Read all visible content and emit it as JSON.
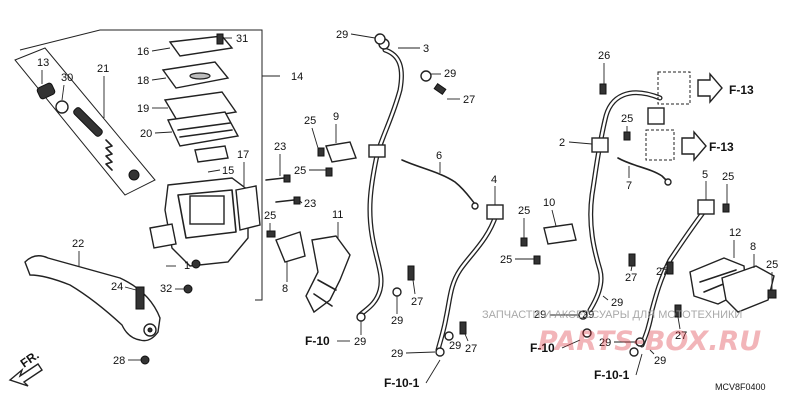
{
  "callouts": {
    "c1": "1",
    "c2": "2",
    "c3": "3",
    "c4": "4",
    "c5": "5",
    "c6": "6",
    "c7": "7",
    "c8": "8",
    "c9": "9",
    "c10": "10",
    "c11": "11",
    "c12": "12",
    "c13": "13",
    "c14": "14",
    "c15": "15",
    "c16": "16",
    "c17": "17",
    "c18": "18",
    "c19": "19",
    "c20": "20",
    "c21": "21",
    "c22": "22",
    "c23a": "23",
    "c23b": "23",
    "c24": "24",
    "c25a": "25",
    "c25b": "25",
    "c25c": "25",
    "c25d": "25",
    "c25e": "25",
    "c25f": "25",
    "c25g": "25",
    "c25h": "25",
    "c26": "26",
    "c27a": "27",
    "c27b": "27",
    "c27c": "27",
    "c27d": "27",
    "c27e": "27",
    "c27f": "27",
    "c28": "28",
    "c29a": "29",
    "c29b": "29",
    "c29c": "29",
    "c29d": "29",
    "c29e": "29",
    "c29f": "29",
    "c29g": "29",
    "c29h": "29",
    "c29i": "29",
    "c29j": "29",
    "c29k": "29",
    "c30": "30",
    "c31": "31",
    "c32": "32"
  },
  "references": {
    "f13a": "F-13",
    "f13b": "F-13",
    "f10a": "F-10",
    "f10b": "F-10",
    "f101a": "F-10-1",
    "f101b": "F-10-1"
  },
  "direction_label": "FR.",
  "diagram_code": "MCV8F0400",
  "watermark": {
    "top_line": "ЗАПЧАСТИ И АКСЕССУАРЫ ДЛЯ МОТОТЕХНИКИ",
    "brand": "PARTS-BOX.RU"
  }
}
